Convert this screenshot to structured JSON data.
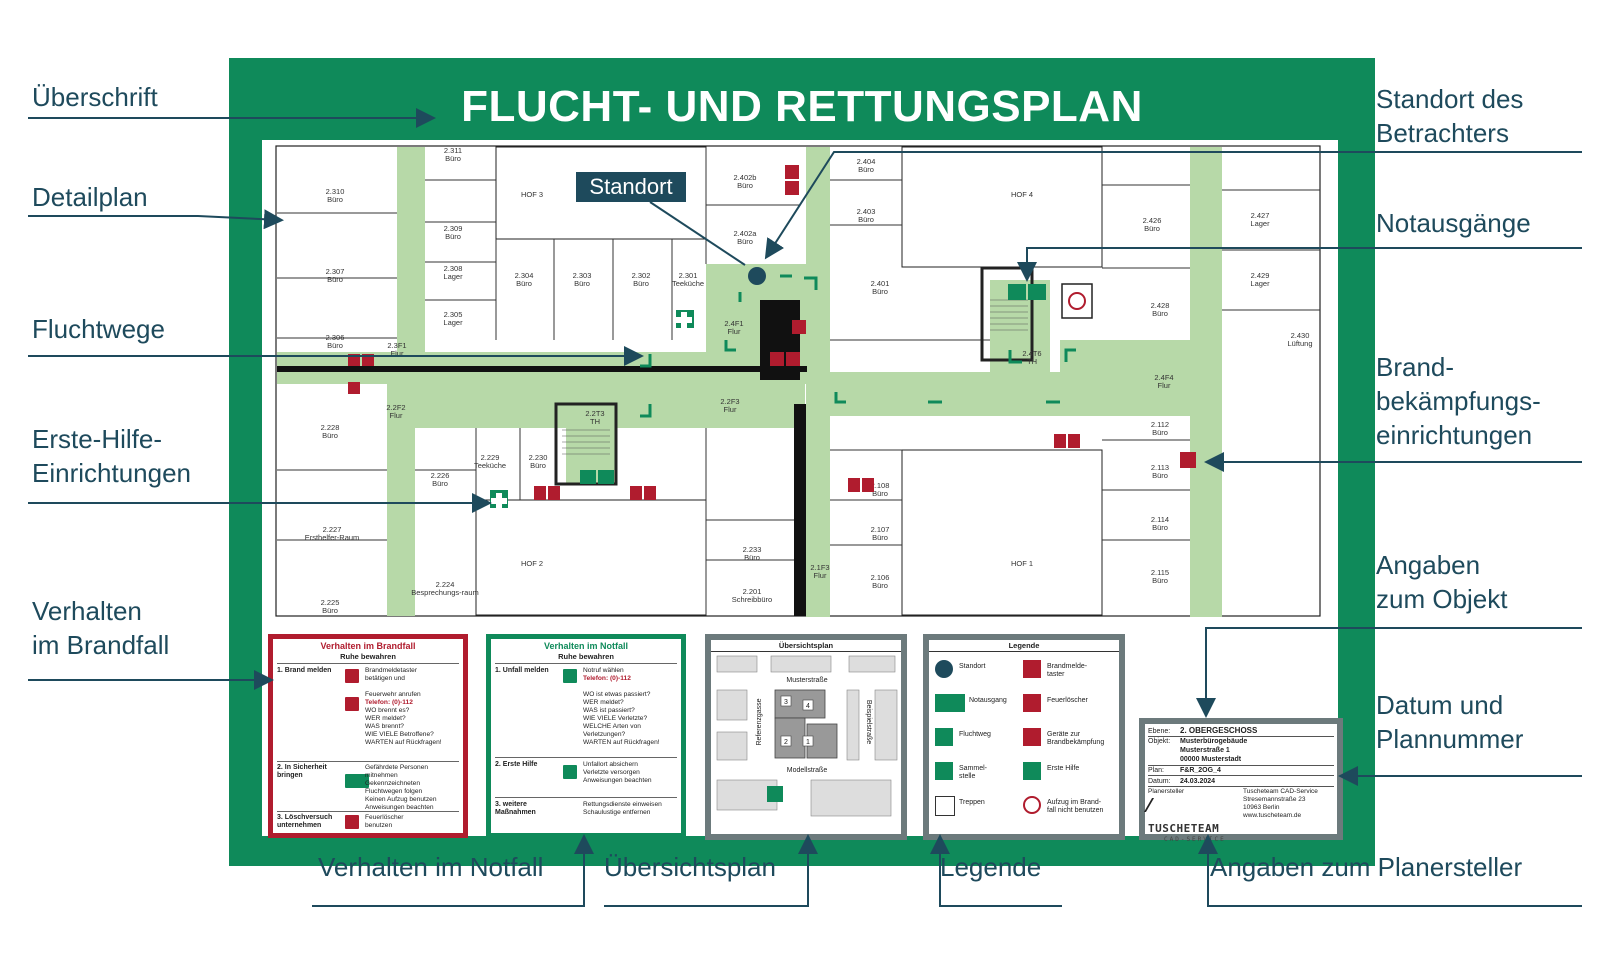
{
  "plan": {
    "title": "FLUCHT- UND RETTUNGSPLAN",
    "standort_label": "Standort"
  },
  "callouts_left": [
    {
      "id": "ueberschrift",
      "label": "Überschrift"
    },
    {
      "id": "detailplan",
      "label": "Detailplan"
    },
    {
      "id": "fluchtwege",
      "label": "Fluchtwege"
    },
    {
      "id": "erste-hilfe",
      "label": "Erste-Hilfe-\nEinrichtungen"
    },
    {
      "id": "brandfall",
      "label": "Verhalten\nim Brandfall"
    }
  ],
  "callouts_right": [
    {
      "id": "standort",
      "label": "Standort des\nBetrachters"
    },
    {
      "id": "notausgaenge",
      "label": "Notausgänge"
    },
    {
      "id": "brandbekaempfung",
      "label": "Brand-\nbekämpfungs-\neinrichtungen"
    },
    {
      "id": "objekt",
      "label": "Angaben\nzum Objekt"
    },
    {
      "id": "datum",
      "label": "Datum und\nPlannummer"
    }
  ],
  "callouts_bottom": [
    {
      "id": "notfall",
      "label": "Verhalten im Notfall"
    },
    {
      "id": "uebersichtsplan",
      "label": "Übersichtsplan"
    },
    {
      "id": "legende",
      "label": "Legende"
    },
    {
      "id": "planersteller",
      "label": "Angaben zum Planersteller"
    }
  ],
  "rooms": [
    {
      "no": "2.311",
      "name": "Büro"
    },
    {
      "no": "2.310",
      "name": "Büro"
    },
    {
      "no": "2.309",
      "name": "Büro"
    },
    {
      "no": "2.308",
      "name": "Lager"
    },
    {
      "no": "2.307",
      "name": "Büro"
    },
    {
      "no": "2.305",
      "name": "Lager"
    },
    {
      "no": "2.306",
      "name": "Büro"
    },
    {
      "no": "2.304",
      "name": "Büro"
    },
    {
      "no": "2.303",
      "name": "Büro"
    },
    {
      "no": "2.302",
      "name": "Büro"
    },
    {
      "no": "2.301",
      "name": "Teeküche"
    },
    {
      "no": "2.402b",
      "name": "Büro"
    },
    {
      "no": "2.402a",
      "name": "Büro"
    },
    {
      "no": "2.404",
      "name": "Büro"
    },
    {
      "no": "2.403",
      "name": "Büro"
    },
    {
      "no": "2.401",
      "name": "Büro"
    },
    {
      "no": "2.426",
      "name": "Büro"
    },
    {
      "no": "2.427",
      "name": "Lager"
    },
    {
      "no": "2.429",
      "name": "Lager"
    },
    {
      "no": "2.428",
      "name": "Büro"
    },
    {
      "no": "2.430",
      "name": "Lüftung"
    },
    {
      "no": "2.228",
      "name": "Büro"
    },
    {
      "no": "2.226",
      "name": "Büro"
    },
    {
      "no": "2.229",
      "name": "Teeküche"
    },
    {
      "no": "2.230",
      "name": "Büro"
    },
    {
      "no": "2.227",
      "name": "Ersthelfer-Raum"
    },
    {
      "no": "2.225",
      "name": "Büro"
    },
    {
      "no": "2.224",
      "name": "Besprechungs-raum"
    },
    {
      "no": "2.233",
      "name": "Büro"
    },
    {
      "no": "2.201",
      "name": "Schreibbüro"
    },
    {
      "no": "2.108",
      "name": "Büro"
    },
    {
      "no": "2.107",
      "name": "Büro"
    },
    {
      "no": "2.106",
      "name": "Büro"
    },
    {
      "no": "2.112",
      "name": "Büro"
    },
    {
      "no": "2.113",
      "name": "Büro"
    },
    {
      "no": "2.114",
      "name": "Büro"
    },
    {
      "no": "2.115",
      "name": "Büro"
    }
  ],
  "corridors": [
    {
      "no": "2.3F1",
      "name": "Flur"
    },
    {
      "no": "2.4F1",
      "name": "Flur"
    },
    {
      "no": "2.2F2",
      "name": "Flur"
    },
    {
      "no": "2.2F3",
      "name": "Flur"
    },
    {
      "no": "2.1F3",
      "name": "Flur"
    },
    {
      "no": "2.4F4",
      "name": "Flur"
    },
    {
      "no": "2.2T3",
      "name": "TH"
    },
    {
      "no": "2.4T6",
      "name": "TH"
    }
  ],
  "courtyards": [
    "HOF 3",
    "HOF 4",
    "HOF 2",
    "HOF 1"
  ],
  "panel_fire": {
    "title": "Verhalten im Brandfall",
    "subtitle": "Ruhe bewahren",
    "rows": [
      {
        "label": "1. Brand melden",
        "lines": [
          "Brandmeldetaster",
          "betätigen und",
          "",
          "Feuerwehr anrufen",
          "Telefon: (0)-112",
          "WO brennt es?",
          "WER meldet?",
          "WAS brennt?",
          "WIE VIELE Betroffene?",
          "WARTEN auf Rückfragen!"
        ]
      },
      {
        "label": "2. In Sicherheit bringen",
        "lines": [
          "Gefährdete Personen",
          "mitnehmen",
          "Gekennzeichneten",
          "Fluchtwegen folgen",
          "Keinen Aufzug benutzen",
          "Anweisungen beachten"
        ]
      },
      {
        "label": "3. Löschversuch unternehmen",
        "lines": [
          "Feuerlöscher",
          "benutzen"
        ]
      }
    ]
  },
  "panel_emergency": {
    "title": "Verhalten im Notfall",
    "subtitle": "Ruhe bewahren",
    "rows": [
      {
        "label": "1. Unfall melden",
        "lines": [
          "Notruf wählen",
          "Telefon: (0)-112",
          "",
          "WO ist etwas passiert?",
          "WER meldet?",
          "WAS ist passiert?",
          "WIE VIELE Verletzte?",
          "WELCHE Arten von",
          "Verletzungen?",
          "WARTEN auf Rückfragen!"
        ]
      },
      {
        "label": "2. Erste Hilfe",
        "lines": [
          "Unfallort absichern",
          "Verletzte versorgen",
          "Anweisungen beachten"
        ]
      },
      {
        "label": "3. weitere Maßnahmen",
        "lines": [
          "Rettungsdienste einweisen",
          "Schaulustige entfernen"
        ]
      }
    ]
  },
  "panel_overview": {
    "title": "Übersichtsplan",
    "streets": [
      "Musterstraße",
      "Referenzgasse",
      "Beispielstraße",
      "Modellstraße"
    ],
    "blocks": [
      "3",
      "4",
      "2",
      "1"
    ]
  },
  "panel_legend": {
    "title": "Legende",
    "items": [
      {
        "icon": "standort-icon",
        "label": "Standort"
      },
      {
        "icon": "brandmeldetaster-icon",
        "label": "Brandmelde-\ntaster"
      },
      {
        "icon": "notausgang-icon",
        "label": "Notausgang"
      },
      {
        "icon": "feuerloescher-icon",
        "label": "Feuerlöscher"
      },
      {
        "icon": "fluchtweg-icon",
        "label": "Fluchtweg"
      },
      {
        "icon": "brandbekaempfung-icon",
        "label": "Geräte zur\nBrandbekämpfung"
      },
      {
        "icon": "sammelstelle-icon",
        "label": "Sammel-\nstelle"
      },
      {
        "icon": "erste-hilfe-icon",
        "label": "Erste Hilfe"
      },
      {
        "icon": "treppen-icon",
        "label": "Treppen"
      },
      {
        "icon": "aufzug-verbot-icon",
        "label": "Aufzug im Brand-\nfall nicht benutzen"
      }
    ]
  },
  "panel_object": {
    "ebene_key": "Ebene:",
    "ebene": "2. OBERGESCHOSS",
    "objekt_key": "Objekt:",
    "objekt": [
      "Musterbürogebäude",
      "Musterstraße 1",
      "00000 Musterstadt"
    ],
    "plan_key": "Plan:",
    "plan": "F&R_2OG_4",
    "datum_key": "Datum:",
    "datum": "24.03.2024",
    "ersteller_key": "Planersteller",
    "brand": "TUSCHETEAM",
    "brand_sub": "CAD-SERVICE",
    "ersteller": [
      "Tuscheteam CAD-Service",
      "Stresemannstraße 23",
      "10963 Berlin",
      "www.tuscheteam.de"
    ]
  },
  "colors": {
    "frame_green": "#0f8a5a",
    "route_green": "#b7d9a8",
    "fire_red": "#b01c2e",
    "callout_blue": "#1e4a5c",
    "standort_bg": "#1e4a5c"
  }
}
